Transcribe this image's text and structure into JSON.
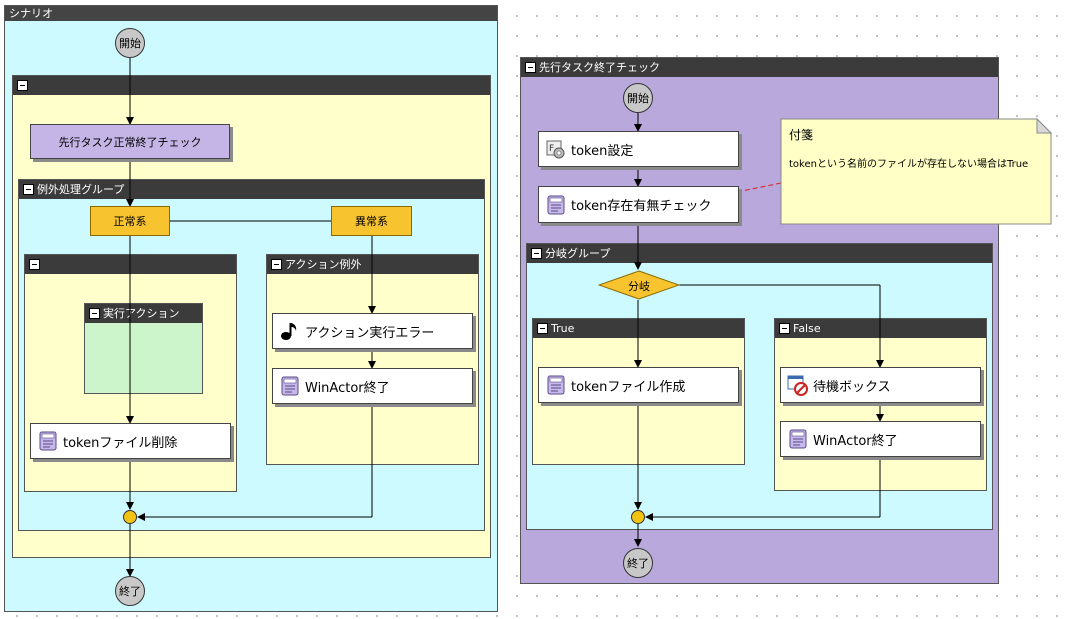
{
  "left_scenario": {
    "title": "シナリオ",
    "start_label": "開始",
    "end_label": "終了",
    "outer_group_title": "",
    "precheck_node": "先行タスク正常終了チェック",
    "exception_group": {
      "title": "例外処理グループ",
      "normal_label": "正常系",
      "abnormal_label": "異常系",
      "left_group_title": "",
      "exec_action_title": "実行アクション",
      "delete_node": "tokenファイル削除",
      "action_exception_title": "アクション例外",
      "error_node": "アクション実行エラー",
      "exit_node": "WinActor終了"
    }
  },
  "right_scenario": {
    "title": "先行タスク終了チェック",
    "start_label": "開始",
    "end_label": "終了",
    "token_set_node": "token設定",
    "token_check_node": "token存在有無チェック",
    "branch_group": {
      "title": "分岐グループ",
      "branch_label": "分岐",
      "true_title": "True",
      "false_title": "False",
      "create_node": "tokenファイル作成",
      "wait_node": "待機ボックス",
      "exit_node": "WinActor終了"
    }
  },
  "note": {
    "title": "付箋",
    "text": "tokenという名前のファイルが存在しない場合はTrue"
  },
  "colors": {
    "scenario_bg": "#ccfaff",
    "group_bg": "#ffffcc",
    "subroutine_bg": "#b8a8dc",
    "node_purple": "#c4b5e6",
    "branch_yellow": "#f7c430",
    "note_bg": "#ffffc6"
  }
}
